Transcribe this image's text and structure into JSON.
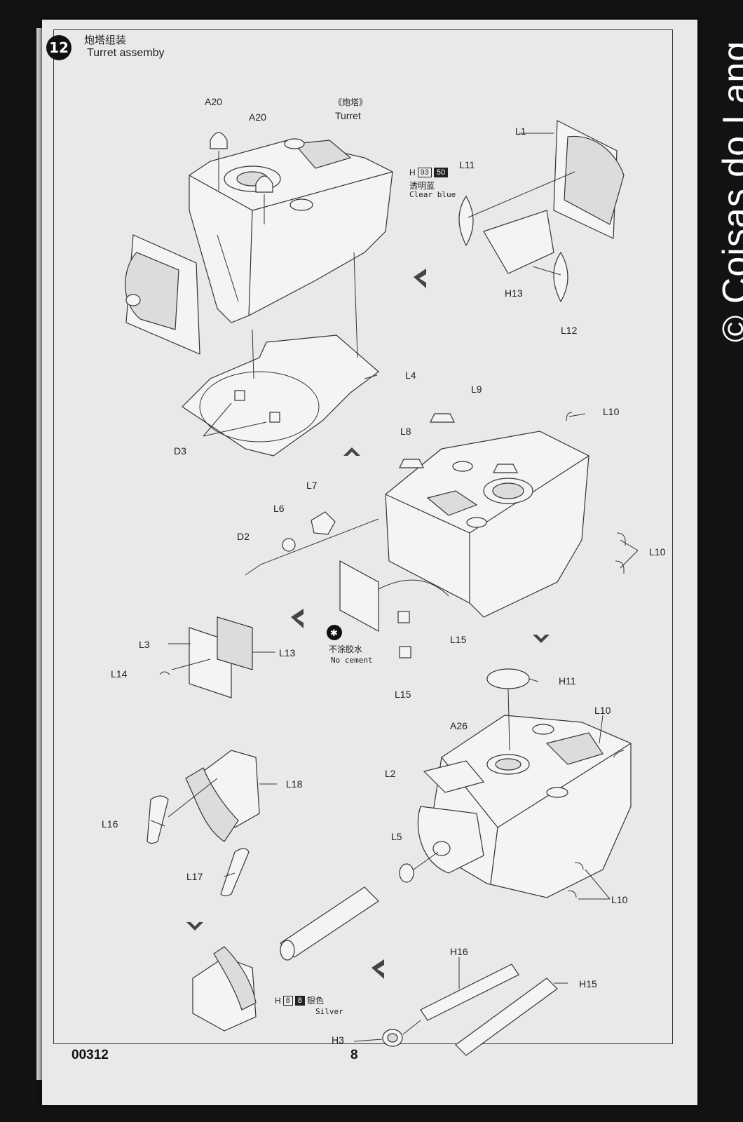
{
  "step": {
    "number": "12",
    "title_cn": "炮塔组装",
    "title_en": "Turret assemby"
  },
  "turret_label": {
    "cn": "《炮塔》",
    "en": "Turret"
  },
  "paint": {
    "clear_blue": {
      "prefix": "H",
      "code1": "93",
      "code2": "50",
      "cn": "透明蓝",
      "en": "Clear blue"
    },
    "silver": {
      "prefix": "H",
      "code1": "8",
      "code2": "8",
      "cn": "银色",
      "en": "Silver"
    }
  },
  "no_cement": {
    "cn": "不涂胶水",
    "en": "No cement"
  },
  "parts": {
    "a20_1": "A20",
    "a20_2": "A20",
    "l1": "L1",
    "l11": "L11",
    "h13": "H13",
    "l12": "L12",
    "l4": "L4",
    "d3": "D3",
    "l9": "L9",
    "l10_top": "L10",
    "l8": "L8",
    "l7": "L7",
    "l6": "L6",
    "d2": "D2",
    "l10_right": "L10",
    "l3": "L3",
    "l13": "L13",
    "l14": "L14",
    "l15_a": "L15",
    "l15_b": "L15",
    "h11": "H11",
    "a26": "A26",
    "l10_mid": "L10",
    "l2": "L2",
    "l18": "L18",
    "l16": "L16",
    "l5": "L5",
    "l17": "L17",
    "l10_low": "L10",
    "h16": "H16",
    "h15": "H15",
    "h3": "H3"
  },
  "footer": {
    "code": "00312",
    "page": "8"
  },
  "watermark": "© Coisas do Lang"
}
